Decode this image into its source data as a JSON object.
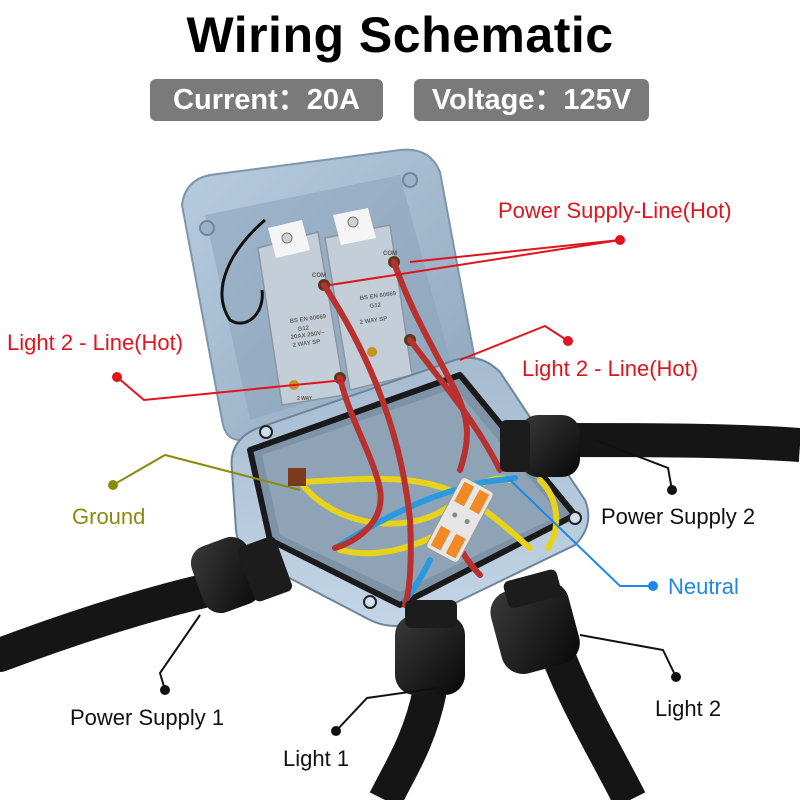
{
  "header": {
    "title": "Wiring Schematic",
    "current_label": "Current：20A",
    "voltage_label": "Voltage：125V"
  },
  "colors": {
    "hot": "#e0141e",
    "ground": "#8a8a10",
    "neutral": "#1e88e5",
    "cable": "#111111",
    "pill": "#7a7a7a",
    "enclosure": "#a9bfd3"
  },
  "labels": {
    "power_supply_hot": "Power Supply-Line(Hot)",
    "light2_hot_left": "Light 2 - Line(Hot)",
    "light2_hot_right": "Light 2 - Line(Hot)",
    "ground": "Ground",
    "neutral": "Neutral",
    "power_supply_1": "Power Supply 1",
    "power_supply_2": "Power Supply 2",
    "light_1": "Light 1",
    "light_2": "Light 2"
  },
  "switch_markings": {
    "com": "COM",
    "standard": "BS EN 60669",
    "code": "G12",
    "rating": "20AX 250V~",
    "type": "2 WAY SP",
    "two_way": "2 WAY"
  }
}
